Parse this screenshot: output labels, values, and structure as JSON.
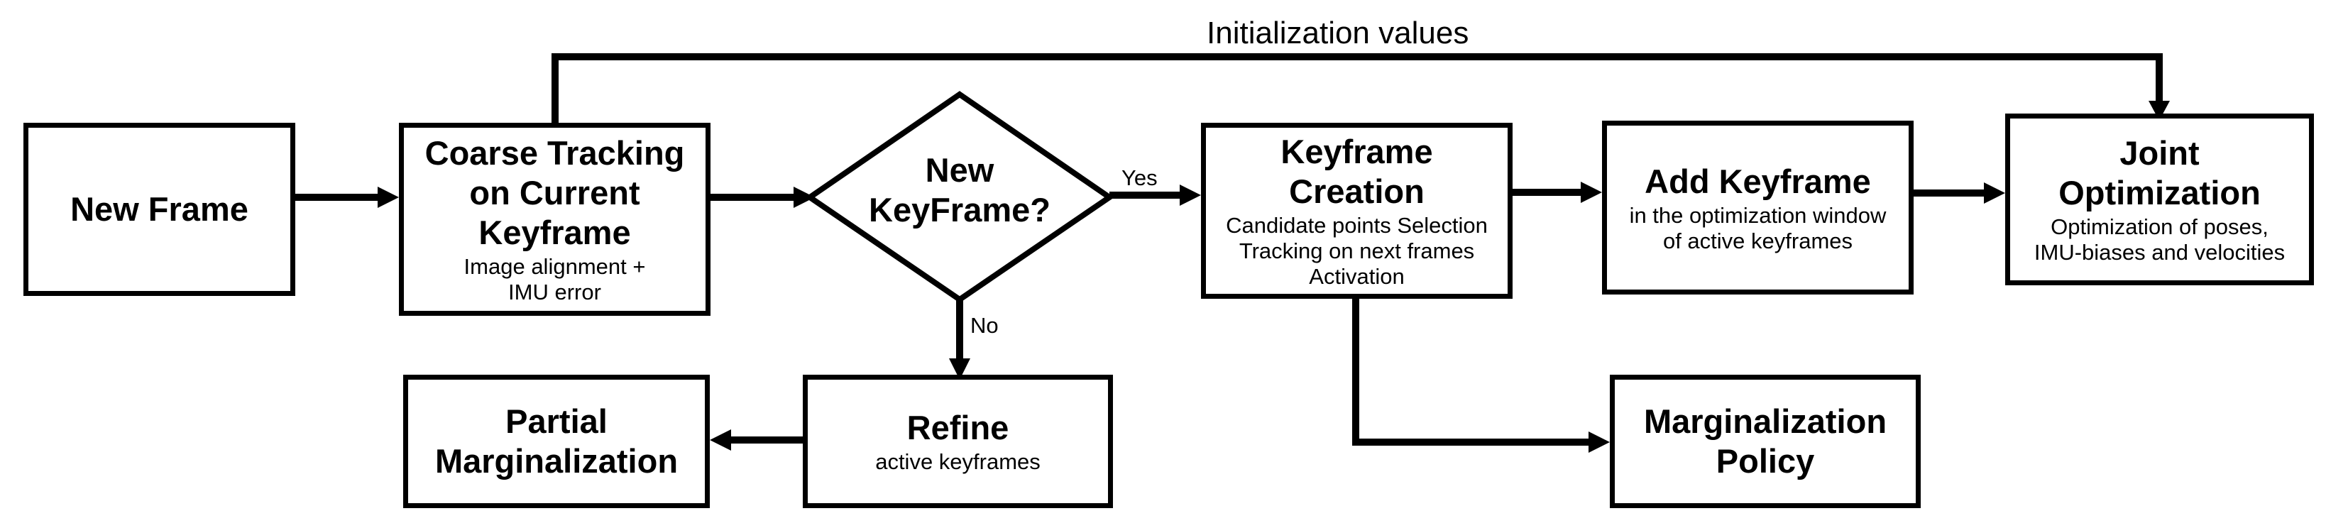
{
  "nodes": {
    "new_frame": {
      "title": [
        "New Frame"
      ],
      "sub": []
    },
    "coarse_tracking": {
      "title": [
        "Coarse Tracking",
        "on Current",
        "Keyframe"
      ],
      "sub": [
        "Image alignment +",
        "IMU error"
      ]
    },
    "new_keyframe_decision": {
      "title": [
        "New",
        "KeyFrame?"
      ]
    },
    "keyframe_creation": {
      "title": [
        "Keyframe",
        "Creation"
      ],
      "sub": [
        "Candidate points Selection",
        "Tracking on next frames",
        "Activation"
      ]
    },
    "add_keyframe": {
      "title": [
        "Add Keyframe"
      ],
      "sub": [
        "in the optimization window",
        "of active keyframes"
      ]
    },
    "joint_optimization": {
      "title": [
        "Joint",
        "Optimization"
      ],
      "sub": [
        "Optimization of poses,",
        "IMU-biases and velocities"
      ]
    },
    "refine": {
      "title": [
        "Refine"
      ],
      "sub": [
        "active keyframes"
      ]
    },
    "partial_marginalization": {
      "title": [
        "Partial",
        "Marginalization"
      ],
      "sub": []
    },
    "marginalization_policy": {
      "title": [
        "Marginalization",
        "Policy"
      ],
      "sub": []
    }
  },
  "edge_labels": {
    "yes": "Yes",
    "no": "No",
    "initialization_values": "Initialization values"
  }
}
